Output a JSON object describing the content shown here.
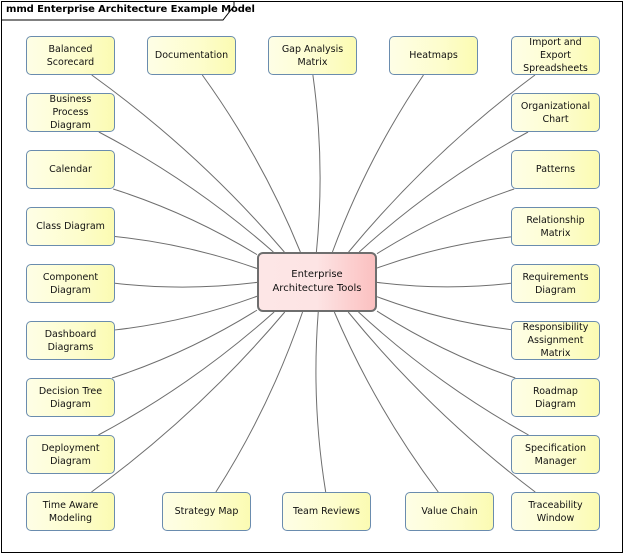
{
  "diagram": {
    "frame_title": "mmd Enterprise Architecture Example Model",
    "colors": {
      "node_fill": "#fdfdcc",
      "node_border": "#6a8cae",
      "center_fill": "#fde4e4",
      "center_border": "#6e6e6e",
      "edge": "#6e6e6e"
    },
    "center": {
      "id": "enterprise-architecture-tools",
      "label": "Enterprise\nArchitecture Tools"
    },
    "nodes": [
      {
        "id": "balanced-scorecard",
        "label": "Balanced\nScorecard"
      },
      {
        "id": "business-process-diagram",
        "label": "Business\nProcess\nDiagram"
      },
      {
        "id": "calendar",
        "label": "Calendar"
      },
      {
        "id": "class-diagram",
        "label": "Class Diagram"
      },
      {
        "id": "component-diagram",
        "label": "Component\nDiagram"
      },
      {
        "id": "dashboard-diagrams",
        "label": "Dashboard\nDiagrams"
      },
      {
        "id": "decision-tree-diagram",
        "label": "Decision Tree\nDiagram"
      },
      {
        "id": "deployment-diagram",
        "label": "Deployment\nDiagram"
      },
      {
        "id": "time-aware-modeling",
        "label": "Time Aware\nModeling"
      },
      {
        "id": "documentation",
        "label": "Documentation"
      },
      {
        "id": "gap-analysis-matrix",
        "label": "Gap Analysis\nMatrix"
      },
      {
        "id": "heatmaps",
        "label": "Heatmaps"
      },
      {
        "id": "strategy-map",
        "label": "Strategy Map"
      },
      {
        "id": "team-reviews",
        "label": "Team Reviews"
      },
      {
        "id": "value-chain",
        "label": "Value Chain"
      },
      {
        "id": "import-and-export-spreadsheets",
        "label": "Import and\nExport\nSpreadsheets"
      },
      {
        "id": "organizational-chart",
        "label": "Organizational\nChart"
      },
      {
        "id": "patterns",
        "label": "Patterns"
      },
      {
        "id": "relationship-matrix",
        "label": "Relationship\nMatrix"
      },
      {
        "id": "requirements-diagram",
        "label": "Requirements\nDiagram"
      },
      {
        "id": "responsibility-assignment-matrix",
        "label": "Responsibility\nAssignment\nMatrix"
      },
      {
        "id": "roadmap-diagram",
        "label": "Roadmap\nDiagram"
      },
      {
        "id": "specification-manager",
        "label": "Specification\nManager"
      },
      {
        "id": "traceability-window",
        "label": "Traceability\nWindow"
      }
    ],
    "edges_from_center_to": "all nodes"
  }
}
